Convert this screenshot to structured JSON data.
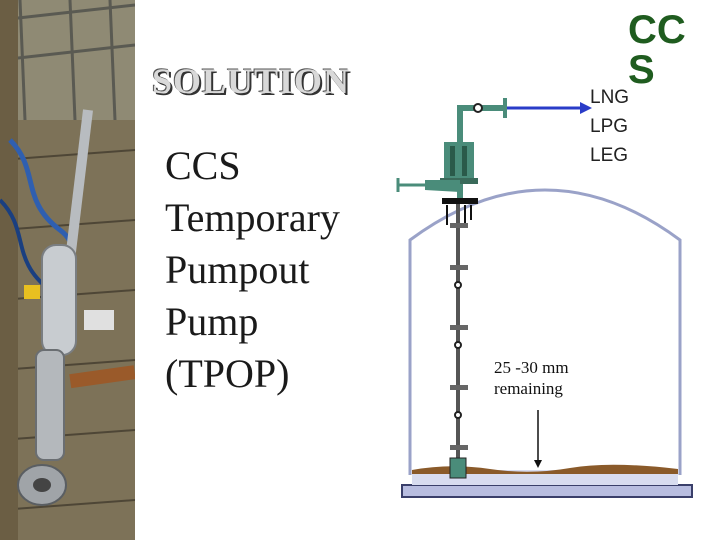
{
  "slide": {
    "title": "SOLUTION",
    "body_lines": [
      "CCS",
      "Temporary",
      "Pumpout",
      "Pump",
      "(TPOP)"
    ]
  },
  "logo": {
    "line1": "CC",
    "line2": "S",
    "color": "#1f5c1f"
  },
  "gases": [
    "LNG",
    "LPG",
    "LEG"
  ],
  "annotation": {
    "line1": "25 -30 mm",
    "line2": "remaining"
  },
  "colors": {
    "tank_outline": "#9aa2c8",
    "pump_column": "#4a8c7a",
    "arrow": "#2a3cc8",
    "sludge": "#8a5a2a",
    "tank_floor": "#b8bde0"
  }
}
